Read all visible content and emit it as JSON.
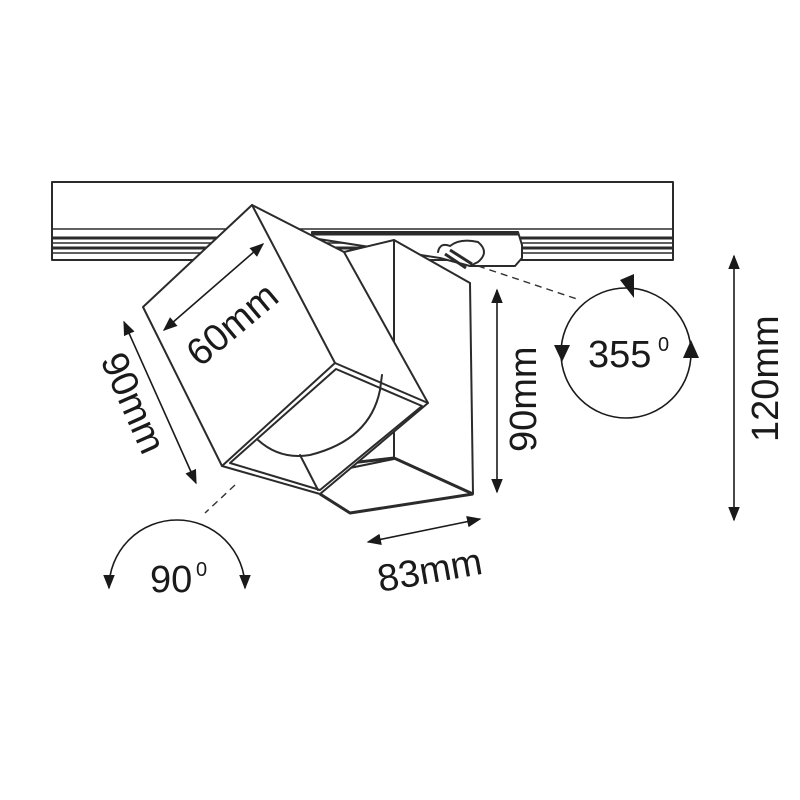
{
  "diagram": {
    "subject": "Track-mounted adjustable square spotlight with dimensions",
    "colors": {
      "line": "#2b2b2b",
      "background": "#ffffff"
    },
    "dimensions": {
      "head_width": {
        "value": "60mm"
      },
      "head_length": {
        "value": "90mm"
      },
      "body_height": {
        "value": "90mm"
      },
      "body_depth": {
        "value": "83mm"
      },
      "total_height": {
        "value": "120mm"
      }
    },
    "rotations": {
      "horizontal": {
        "value": "355",
        "unit": "0"
      },
      "tilt": {
        "value": "90",
        "unit": "0"
      }
    }
  }
}
